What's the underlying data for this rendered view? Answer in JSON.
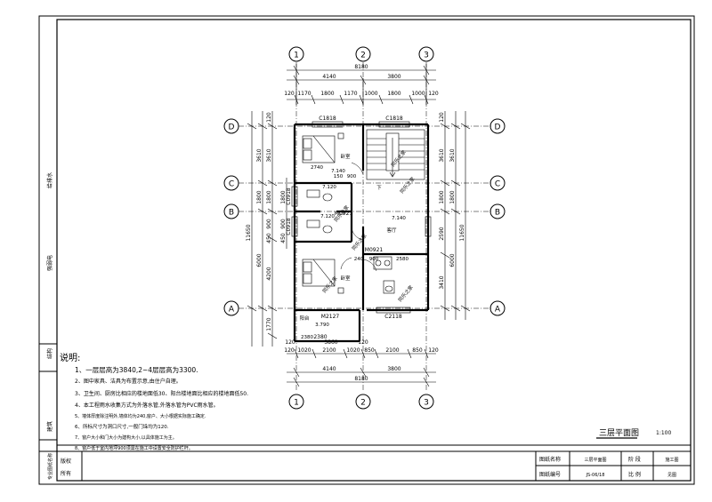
{
  "axes": {
    "columns": [
      "1",
      "2",
      "3"
    ],
    "rows": [
      "D",
      "C",
      "B",
      "A"
    ]
  },
  "dimensions": {
    "top_overall": "8180",
    "top_spans": [
      "4140",
      "3800"
    ],
    "top_details": [
      "120",
      "1170",
      "1800",
      "1170",
      "1000",
      "1800",
      "1000",
      "120"
    ],
    "bottom_overall": "8180",
    "bottom_spans": [
      "4140",
      "3800"
    ],
    "bottom_details": [
      "120",
      "1020",
      "2100",
      "1020",
      "850",
      "2100",
      "850",
      "120"
    ],
    "left_overall": "11650",
    "left_spans": [
      "3610",
      "1800",
      "6000"
    ],
    "left_details": [
      "120",
      "3610",
      "1800",
      "900",
      "450",
      "4200",
      "1770"
    ],
    "left_inner": [
      "1800",
      "900",
      "450"
    ],
    "right_overall": "11650",
    "right_spans": [
      "3610",
      "1800",
      "6000"
    ],
    "right_details": [
      "120",
      "3610",
      "1800",
      "2590",
      "3410"
    ],
    "bottom_small": [
      "120",
      "2380",
      "3860",
      "120"
    ]
  },
  "openings": {
    "top_windows": [
      "C1818",
      "C1818"
    ],
    "bottom_window": "C2118",
    "side_windows": [
      "C0918",
      "C0918"
    ],
    "doors": [
      "M0921",
      "M0921",
      "M2127"
    ]
  },
  "rooms": {
    "bedroom_label": "卧室",
    "hall_label": "客厅",
    "balcony_label": "阳台",
    "down_label": "下",
    "levels": [
      "7.140",
      "7.140",
      "7.120",
      "7.120",
      "3.790"
    ],
    "inner_dims": [
      "2740",
      "150",
      "900",
      "240",
      "900",
      "2580",
      "2380"
    ]
  },
  "watermarks": [
    "同乐之家",
    "同乐之家",
    "同乐之家",
    "同乐之家",
    "同乐之家",
    "同乐之家"
  ],
  "margin_labels": [
    "给排水",
    "强弱电",
    "结构",
    "建筑",
    "专业图纸名称"
  ],
  "notes": {
    "title": "说明:",
    "items": [
      "1、一层层高为3840,2~4层层高为3300.",
      "2、图中家具、洁具为布置示意,由住户自理。",
      "3、卫生间、厨房比相应的楼地面低30、阳台楼地面比相应的楼地面低50.",
      "4、本工程雨水收集方式为外落水管,外落水管为PVC雨水管。",
      "5、墙体厚度除注明外,墙体均为240,窗户、大小根据实际施工确定.",
      "6、所标尺寸为洞口尺寸,一般门垛均为120.",
      "7、窗户大小和门大小为建构大小,以具体施工为主。",
      "8、窗户低于室内地坪900须需在施工中设置安全防护栏杆。"
    ]
  },
  "drawing_title": "三层平面图",
  "scale": "1:100",
  "title_block": {
    "rights": [
      "版权",
      "所有"
    ],
    "drawing_name_label": "图纸名称",
    "drawing_name_value": "三层平面图",
    "stage_label": "阶 段",
    "stage_value": "施工图",
    "drawing_no_label": "图纸编号",
    "drawing_no_value": "JS-06/18",
    "scale_label": "比 例",
    "scale_value": "见图"
  }
}
